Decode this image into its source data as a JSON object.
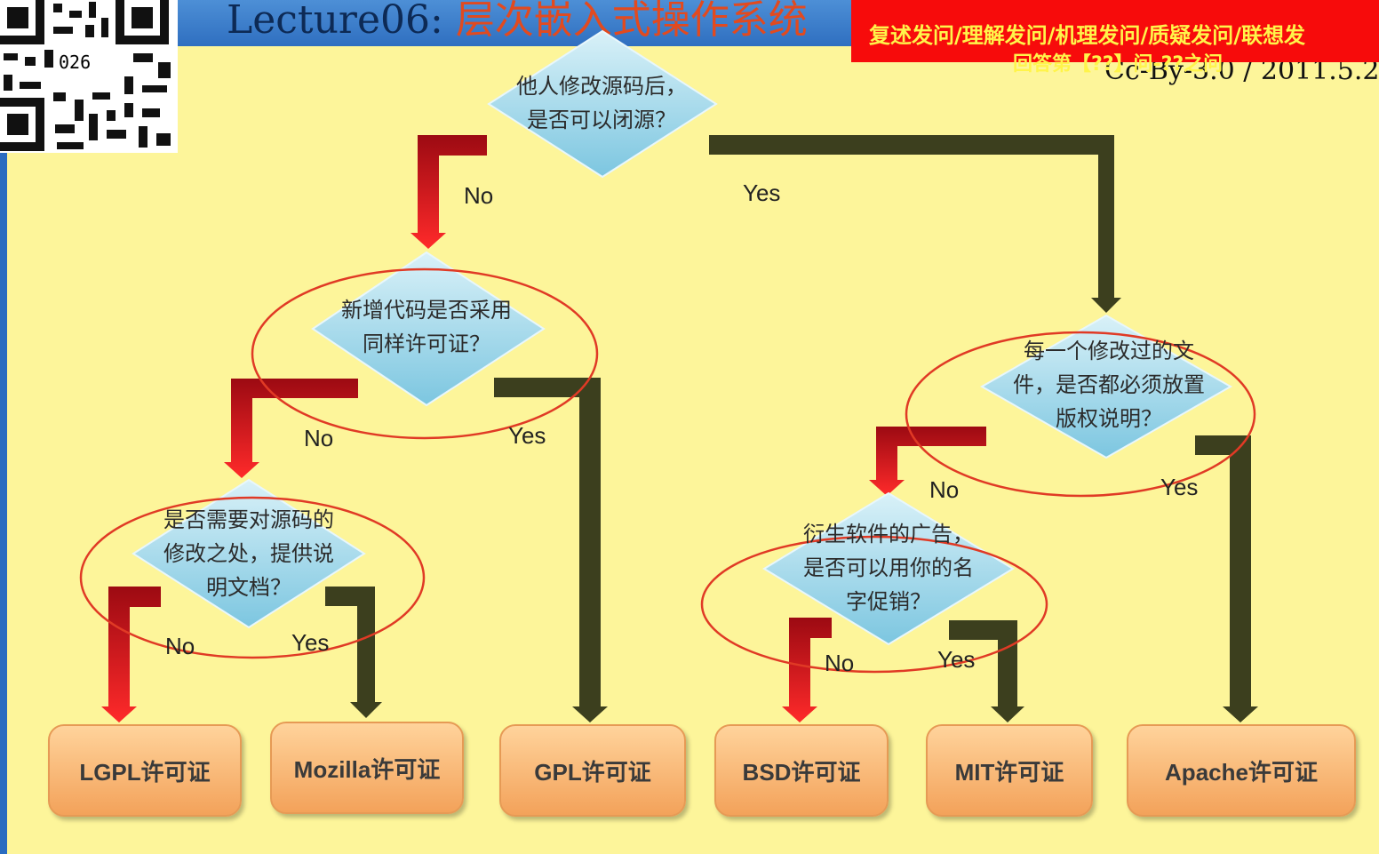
{
  "header": {
    "title_prefix": "Lecture06:",
    "title_highlight": "层次嵌入式操作系统",
    "version": "Cc-By-3.0 / 2011.5.2"
  },
  "banner": {
    "line1": "复述发问/理解发问/机理发问/质疑发问/联想发",
    "line2": "回答第【??】问-??之问"
  },
  "qr": {
    "label": "026"
  },
  "decisions": {
    "d1": [
      "他人修改源码后，",
      "是否可以闭源？"
    ],
    "d2": [
      "新增代码是否采用",
      "同样许可证？"
    ],
    "d3": [
      "是否需要对源码的",
      "修改之处，提供说",
      "明文档？"
    ],
    "d4": [
      "每一个修改过的文",
      "件，是否都必须放置",
      "版权说明？"
    ],
    "d5": [
      "衍生软件的广告，",
      "是否可以用你的名",
      "字促销？"
    ]
  },
  "branch_labels": {
    "d1_no": "No",
    "d1_yes": "Yes",
    "d2_no": "No",
    "d2_yes": "Yes",
    "d3_no": "No",
    "d3_yes": "Yes",
    "d4_no": "No",
    "d4_yes": "Yes",
    "d5_no": "No",
    "d5_yes": "Yes"
  },
  "licenses": {
    "lgpl": "LGPL许可证",
    "mozilla": "Mozilla许可证",
    "gpl": "GPL许可证",
    "bsd": "BSD许可证",
    "mit": "MIT许可证",
    "apache": "Apache许可证"
  },
  "colors": {
    "no_arrow": "#c8101c",
    "yes_arrow": "#3c3f1e",
    "diamond": "#a8dcec",
    "highlight_circle": "#e03a25",
    "background": "#fdf59a"
  }
}
